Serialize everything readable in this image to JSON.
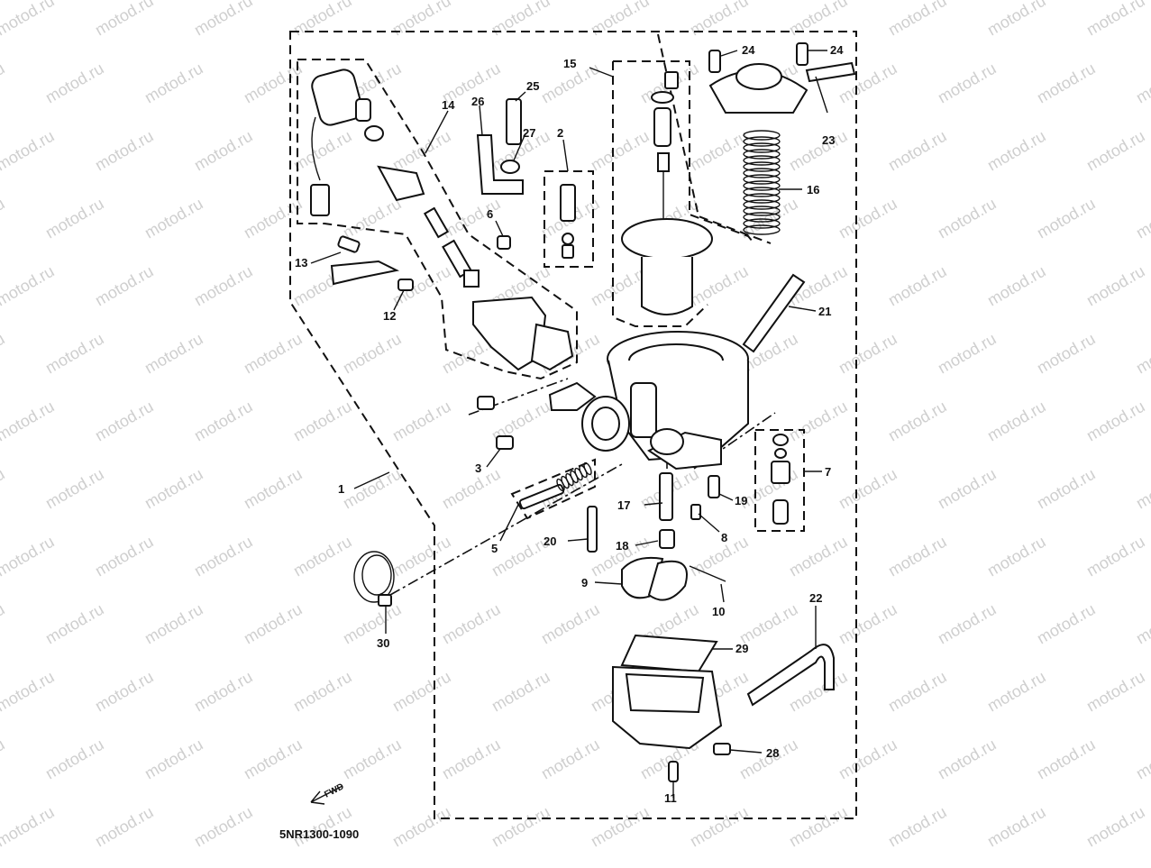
{
  "watermark": {
    "text": "motod.ru",
    "color": "#c8c8c8"
  },
  "diagram_code": "5NR1300-1090",
  "fwd_label": "FWD",
  "callouts": [
    {
      "n": "1"
    },
    {
      "n": "2"
    },
    {
      "n": "3"
    },
    {
      "n": "5"
    },
    {
      "n": "6"
    },
    {
      "n": "7"
    },
    {
      "n": "8"
    },
    {
      "n": "9"
    },
    {
      "n": "10"
    },
    {
      "n": "11"
    },
    {
      "n": "12"
    },
    {
      "n": "13"
    },
    {
      "n": "14"
    },
    {
      "n": "15"
    },
    {
      "n": "16"
    },
    {
      "n": "17"
    },
    {
      "n": "18"
    },
    {
      "n": "19"
    },
    {
      "n": "20"
    },
    {
      "n": "21"
    },
    {
      "n": "22"
    },
    {
      "n": "23"
    },
    {
      "n": "24"
    },
    {
      "n": "24"
    },
    {
      "n": "25"
    },
    {
      "n": "26"
    },
    {
      "n": "27"
    },
    {
      "n": "28"
    },
    {
      "n": "29"
    },
    {
      "n": "30"
    }
  ]
}
